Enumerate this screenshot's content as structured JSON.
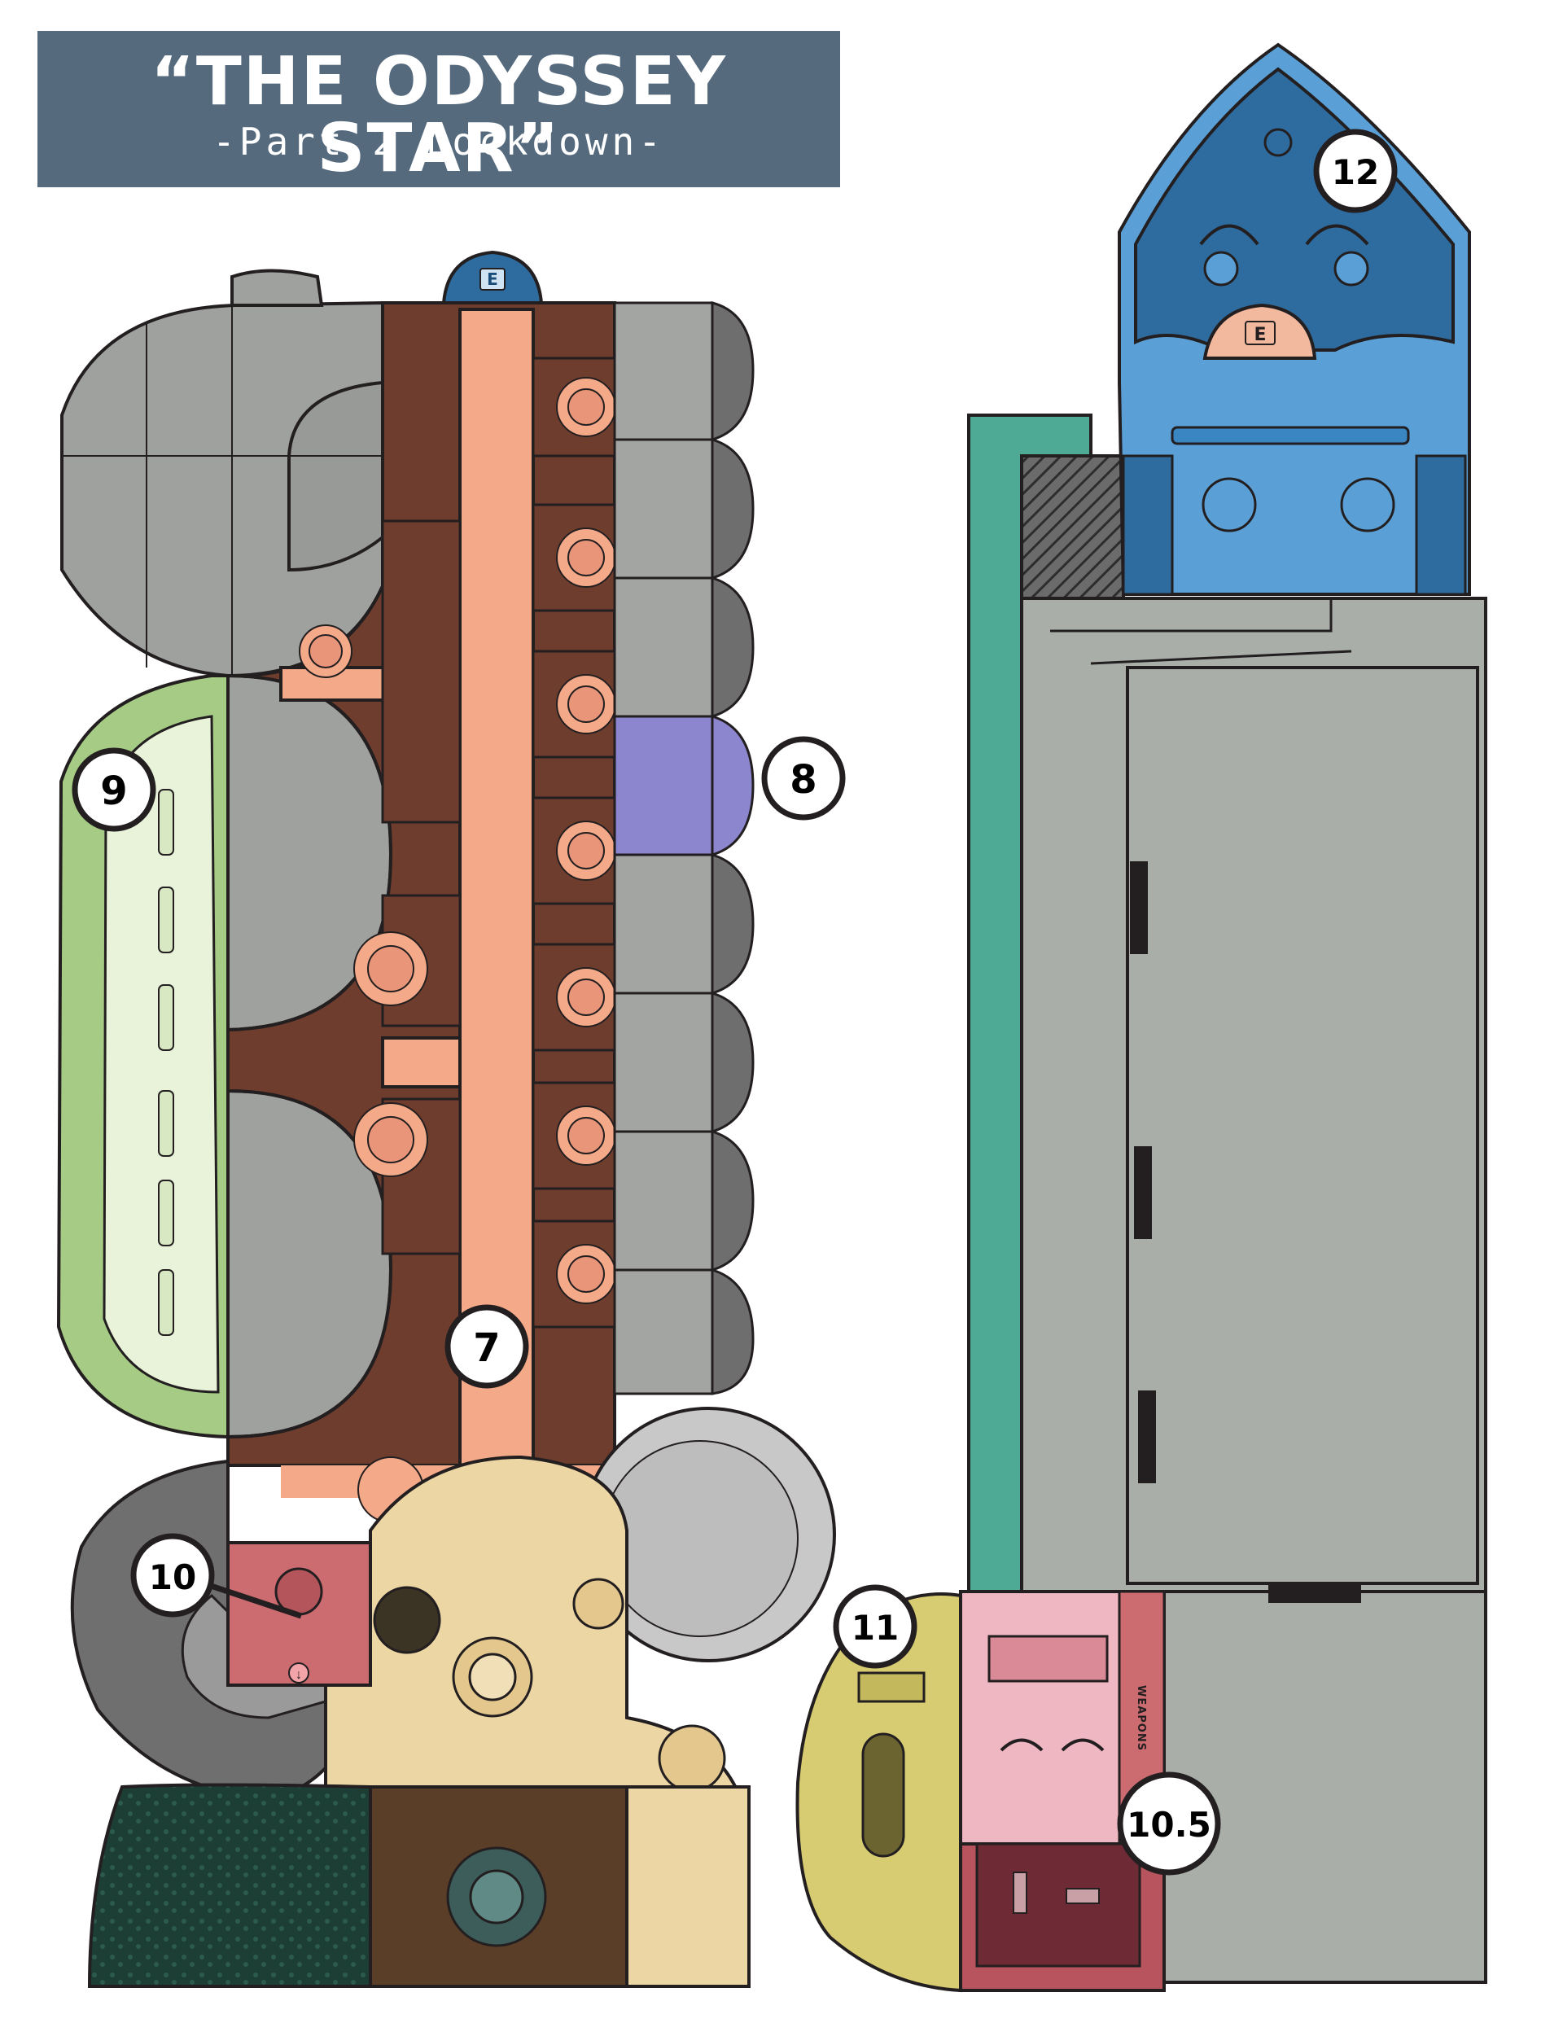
{
  "title": "“THE ODYSSEY STAR”",
  "subtitle": "-Part 2 Lockdown-",
  "markers": [
    {
      "id": "m7",
      "label": "7"
    },
    {
      "id": "m8",
      "label": "8"
    },
    {
      "id": "m9",
      "label": "9"
    },
    {
      "id": "m10",
      "label": "10"
    },
    {
      "id": "m10_5",
      "label": "10.5"
    },
    {
      "id": "m11",
      "label": "11"
    },
    {
      "id": "m12",
      "label": "12"
    }
  ],
  "map_labels": {
    "weapons": "WEAPONS",
    "elevator_top": "E",
    "elevator_bridge": "E",
    "down_arrow": "↓"
  },
  "colors": {
    "banner": "#566a7e",
    "corridor": "#f4a989",
    "cabin_floor": "#6f3d2e",
    "gray_room": "#9fa19e",
    "hull_gray": "#a9aea8",
    "green_deck": "#a6cb84",
    "purple_cabin": "#8c86cf",
    "bridge_blue": "#5aa0d6",
    "bridge_dark": "#2e6c9f",
    "teal_strip": "#4eaa94",
    "tan_room": "#ecd6a4",
    "yellow_room": "#d8cc73",
    "pink_room": "#efb7c1",
    "red_room": "#cc6c71",
    "maroon_room": "#6e2a35"
  }
}
